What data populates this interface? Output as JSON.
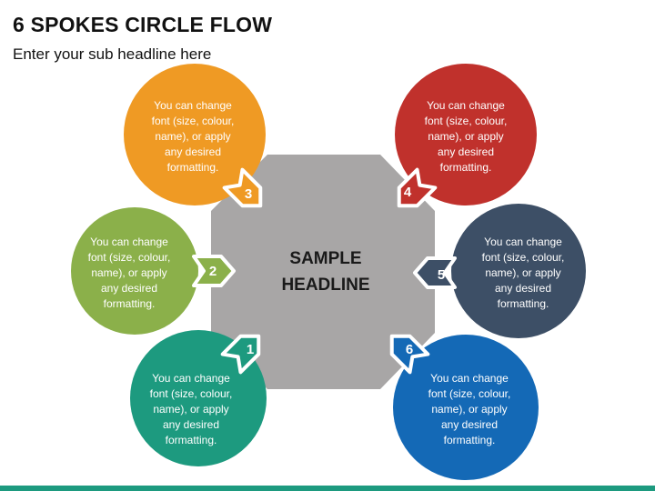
{
  "header": {
    "title": "6 SPOKES CIRCLE FLOW",
    "subtitle": "Enter your sub headline here"
  },
  "hub": {
    "line1": "SAMPLE",
    "line2": "HEADLINE",
    "color": "#a8a6a6"
  },
  "spokes": [
    {
      "number": "1",
      "color": "#1d9a7f",
      "lines": [
        "You can change",
        "font (size, colour,",
        "name), or apply",
        "any desired",
        "formatting."
      ]
    },
    {
      "number": "2",
      "color": "#8bb04a",
      "lines": [
        "You can change",
        "font (size, colour,",
        "name), or apply",
        "any desired",
        "formatting."
      ]
    },
    {
      "number": "3",
      "color": "#ef9a24",
      "lines": [
        "You can change",
        "font (size, colour,",
        "name), or apply",
        "any desired",
        "formatting."
      ]
    },
    {
      "number": "4",
      "color": "#c0312c",
      "lines": [
        "You can change",
        "font (size, colour,",
        "name), or apply",
        "any desired",
        "formatting."
      ]
    },
    {
      "number": "5",
      "color": "#3d4f66",
      "lines": [
        "You can change",
        "font (size, colour,",
        "name), or apply",
        "any desired",
        "formatting."
      ]
    },
    {
      "number": "6",
      "color": "#1469b6",
      "lines": [
        "You can change",
        "font (size, colour,",
        "name), or apply",
        "any desired",
        "formatting."
      ]
    }
  ],
  "footer": {
    "bar_color": "#1d9a7f"
  }
}
